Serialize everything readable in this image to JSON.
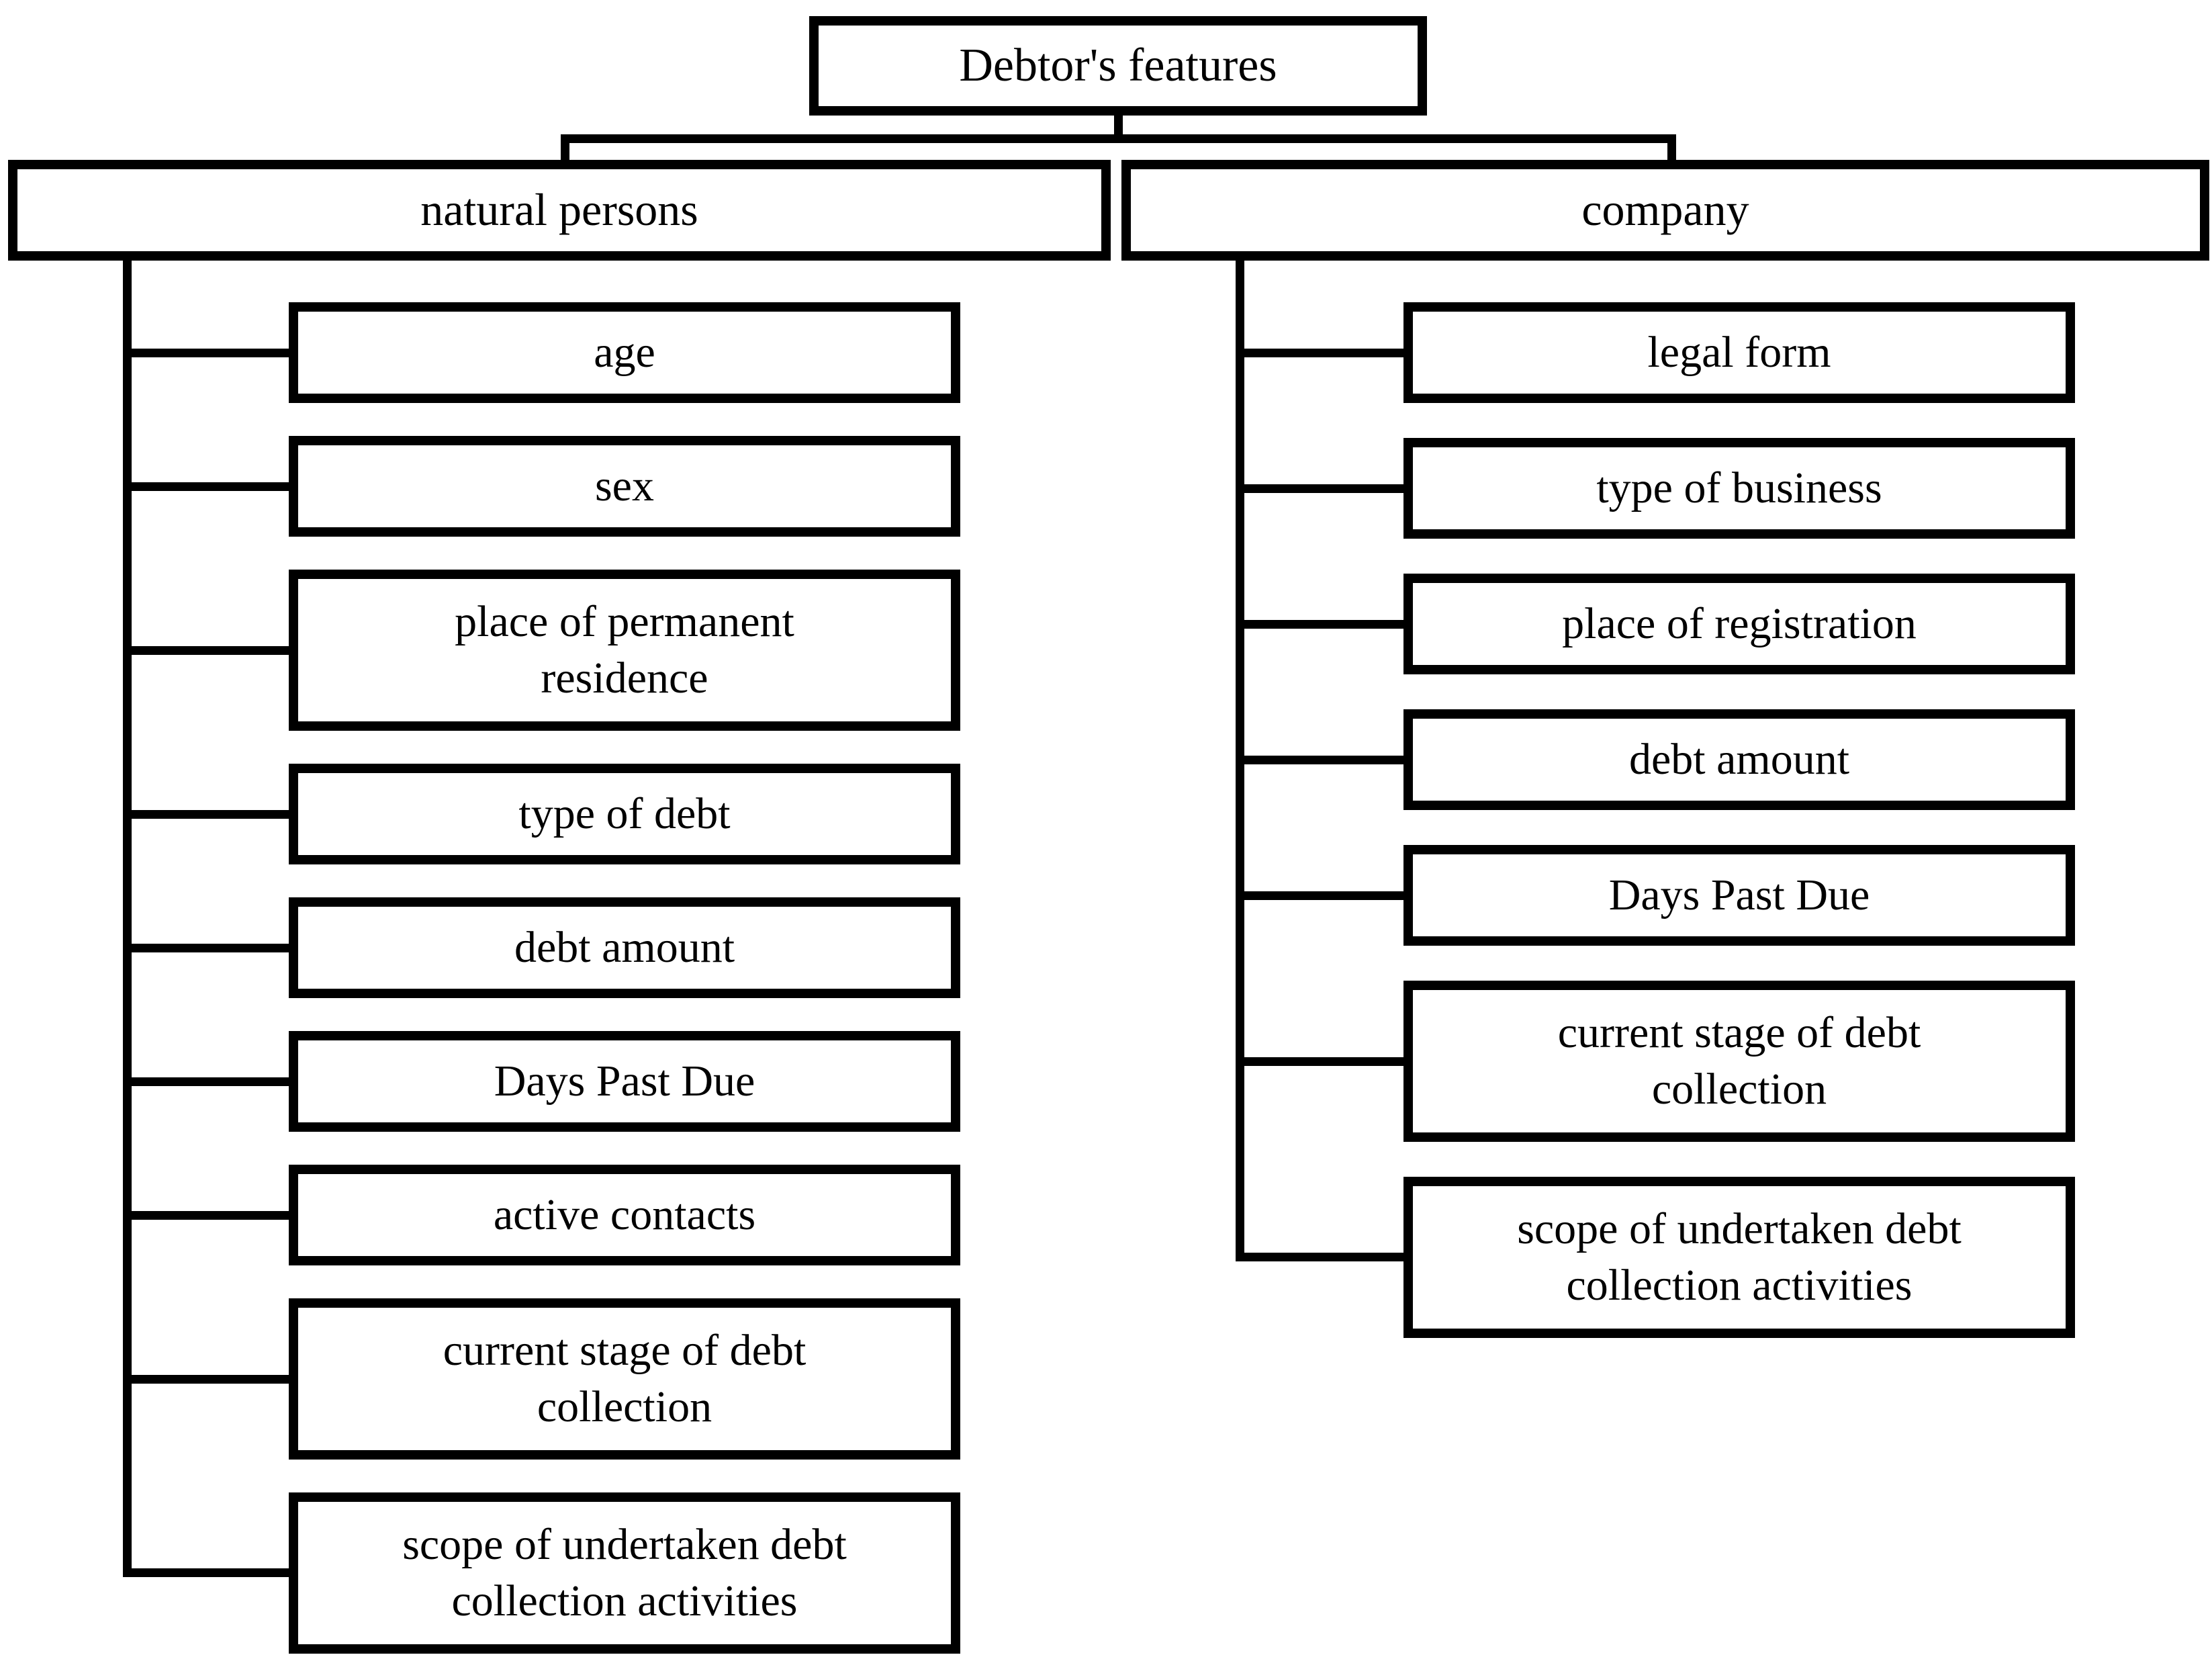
{
  "diagram": {
    "root": {
      "label": "Debtor's features"
    },
    "branches": [
      {
        "label": "natural persons",
        "children": [
          "age",
          "sex",
          "place of permanent residence",
          "type of debt",
          "debt amount",
          "Days Past Due",
          "active contacts",
          "current stage of debt collection",
          "scope of undertaken debt collection activities"
        ]
      },
      {
        "label": "company",
        "children": [
          "legal form",
          "type of business",
          "place of registration",
          "debt amount",
          "Days Past Due",
          "current stage of debt collection",
          "scope of undertaken debt collection activities"
        ]
      }
    ],
    "colors": {
      "line": "#000000",
      "text": "#000000",
      "background": "#ffffff"
    }
  }
}
